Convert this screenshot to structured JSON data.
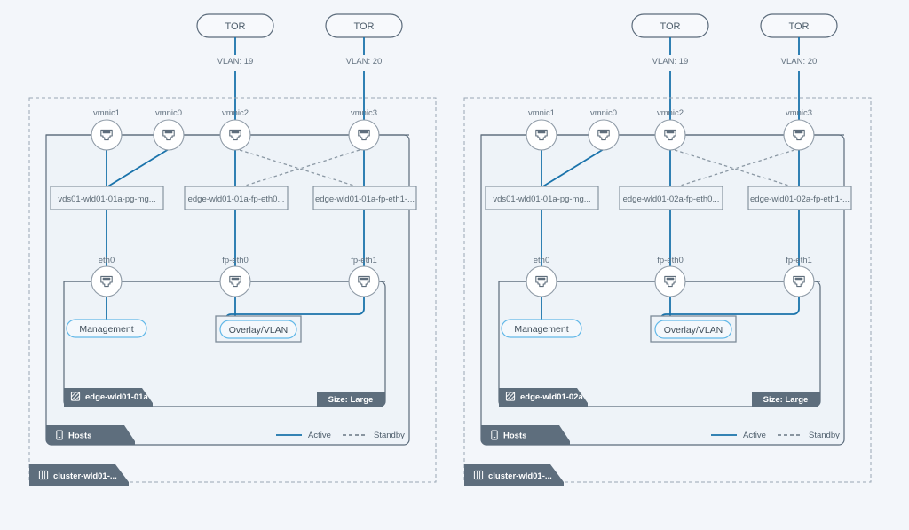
{
  "legend": {
    "active_label": "Active",
    "standby_label": "Standby"
  },
  "panels": [
    {
      "id": "panel-left",
      "cluster_label": "cluster-wld01-...",
      "hosts_label": "Hosts",
      "edge_label": "edge-wld01-01a",
      "size_label": "Size: Large",
      "tors": [
        {
          "label": "TOR",
          "vlan": "VLAN: 19"
        },
        {
          "label": "TOR",
          "vlan": "VLAN: 20"
        }
      ],
      "vmnics": [
        {
          "label": "vmnic1"
        },
        {
          "label": "vmnic0"
        },
        {
          "label": "vmnic2"
        },
        {
          "label": "vmnic3"
        }
      ],
      "portgroups": [
        {
          "label": "vds01-wld01-01a-pg-mg..."
        },
        {
          "label": "edge-wld01-01a-fp-eth0..."
        },
        {
          "label": "edge-wld01-01a-fp-eth1-..."
        }
      ],
      "edgenics": [
        {
          "label": "eth0"
        },
        {
          "label": "fp-eth0"
        },
        {
          "label": "fp-eth1"
        }
      ],
      "pills": [
        {
          "label": "Management"
        },
        {
          "label": "Overlay/VLAN"
        }
      ]
    },
    {
      "id": "panel-right",
      "cluster_label": "cluster-wld01-...",
      "hosts_label": "Hosts",
      "edge_label": "edge-wld01-02a",
      "size_label": "Size: Large",
      "tors": [
        {
          "label": "TOR",
          "vlan": "VLAN: 19"
        },
        {
          "label": "TOR",
          "vlan": "VLAN: 20"
        }
      ],
      "vmnics": [
        {
          "label": "vmnic1"
        },
        {
          "label": "vmnic0"
        },
        {
          "label": "vmnic2"
        },
        {
          "label": "vmnic3"
        }
      ],
      "portgroups": [
        {
          "label": "vds01-wld01-01a-pg-mg..."
        },
        {
          "label": "edge-wld01-02a-fp-eth0..."
        },
        {
          "label": "edge-wld01-02a-fp-eth1-..."
        }
      ],
      "edgenics": [
        {
          "label": "eth0"
        },
        {
          "label": "fp-eth0"
        },
        {
          "label": "fp-eth1"
        }
      ],
      "pills": [
        {
          "label": "Management"
        },
        {
          "label": "Overlay/VLAN"
        }
      ]
    }
  ],
  "colors": {
    "background": "#f3f6fa",
    "active_link": "#1a73ab",
    "standby_link": "#8b98a4",
    "badge_fill": "#5e6e7d",
    "pill_stroke": "#62b8e8",
    "panel_fill": "#eef3f8",
    "outline": "#5b6b7b"
  },
  "icons": {
    "nic": "rj45-port-icon",
    "host": "server-icon",
    "cluster": "cluster-icon",
    "edge": "edge-node-icon"
  }
}
